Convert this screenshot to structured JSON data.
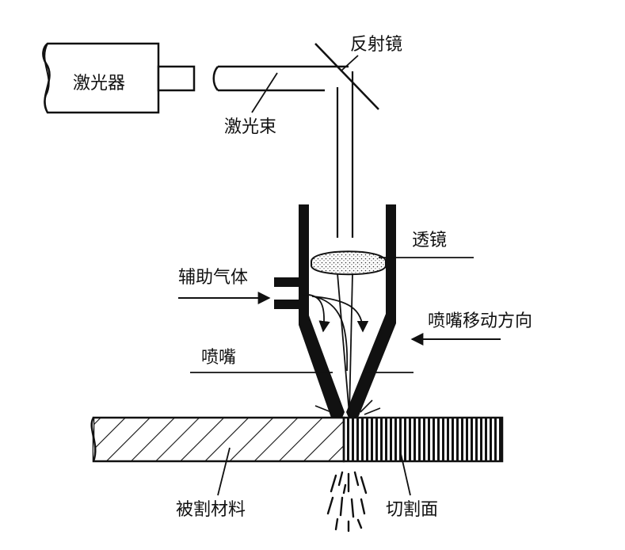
{
  "labels": {
    "laser": "激光器",
    "reflector": "反射镜",
    "beam": "激光束",
    "lens": "透镜",
    "assist_gas": "辅助气体",
    "nozzle_direction": "喷嘴移动方向",
    "nozzle": "喷嘴",
    "material": "被割材料",
    "cut_surface": "切割面"
  },
  "colors": {
    "ink": "#111111",
    "background": "#ffffff"
  }
}
